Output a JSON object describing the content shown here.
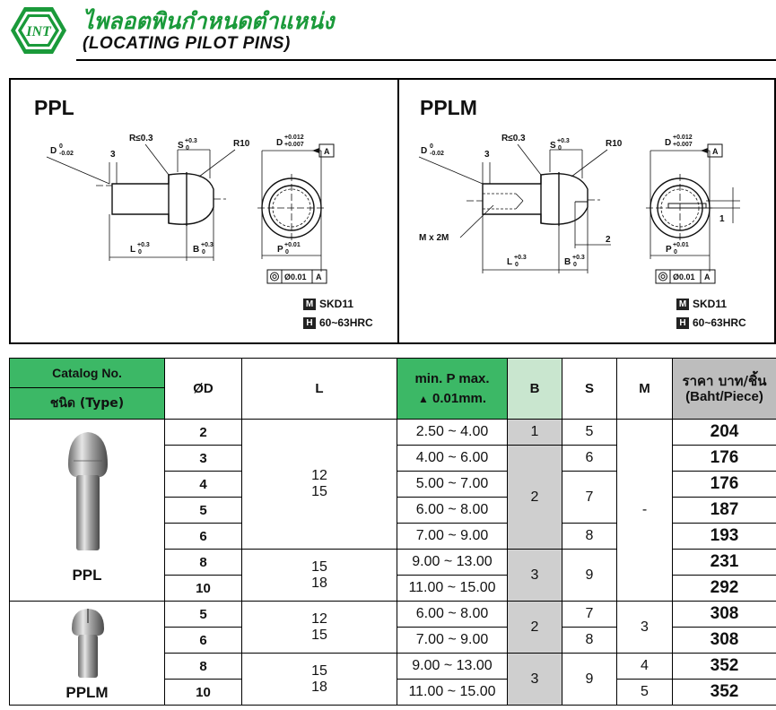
{
  "header": {
    "title_th": "ไพลอตพินกำหนดตำแหน่ง",
    "title_en": "(LOCATING PILOT PINS)",
    "logo_text": "INT"
  },
  "drawings": {
    "ppl": {
      "title": "PPL",
      "dim_d": "D",
      "dim_d_tol_up": "0",
      "dim_d_tol_low": "-0.02",
      "dim_3": "3",
      "dim_r": "R≤0.3",
      "dim_s": "S",
      "dim_s_tol_up": "+0.3",
      "dim_s_tol_low": "0",
      "dim_r10": "R10",
      "dim_l": "L",
      "dim_l_tol_up": "+0.3",
      "dim_l_tol_low": "0",
      "dim_b": "B",
      "dim_b_tol_up": "+0.3",
      "dim_b_tol_low": "0",
      "dim_dd": "D",
      "dim_dd_tol_up": "+0.012",
      "dim_dd_tol_low": "+0.007",
      "datum": "A",
      "dim_p": "P",
      "dim_p_tol_up": "+0.01",
      "dim_p_tol_low": "0",
      "tol_frame_value": "Ø0.01",
      "tol_frame_datum": "A",
      "mat_icon": "M",
      "mat": "SKD11",
      "hard_icon": "H",
      "hard": "60~63HRC"
    },
    "pplm": {
      "title": "PPLM",
      "dim_d": "D",
      "dim_d_tol_up": "0",
      "dim_d_tol_low": "-0.02",
      "dim_3": "3",
      "dim_r": "R≤0.3",
      "dim_s": "S",
      "dim_s_tol_up": "+0.3",
      "dim_s_tol_low": "0",
      "dim_r10": "R10",
      "dim_thread": "M x 2M",
      "dim_l": "L",
      "dim_l_tol_up": "+0.3",
      "dim_l_tol_low": "0",
      "dim_b": "B",
      "dim_b_tol_up": "+0.3",
      "dim_b_tol_low": "0",
      "dim_2": "2",
      "dim_dd": "D",
      "dim_dd_tol_up": "+0.012",
      "dim_dd_tol_low": "+0.007",
      "datum": "A",
      "dim_1": "1",
      "dim_p": "P",
      "dim_p_tol_up": "+0.01",
      "dim_p_tol_low": "0",
      "tol_frame_value": "Ø0.01",
      "tol_frame_datum": "A",
      "mat_icon": "M",
      "mat": "SKD11",
      "hard_icon": "H",
      "hard": "60~63HRC"
    }
  },
  "table": {
    "headers": {
      "catalog": "Catalog No.",
      "type": "ชนิด (Type)",
      "d": "ØD",
      "l": "L",
      "p_line1": "min. P max.",
      "p_line2": "0.01mm.",
      "b": "B",
      "s": "S",
      "m": "M",
      "price_line1": "ราคา บาท/ชิ้น",
      "price_line2": "(Baht/Piece)"
    },
    "types": {
      "ppl": "PPL",
      "pplm": "PPLM"
    },
    "ppl": {
      "l_small": "12\n15",
      "l_large": "15\n18",
      "b_first": "1",
      "b_mid": "2",
      "b_last": "3",
      "s_last": "9",
      "m": "-",
      "rows": [
        {
          "d": "2",
          "p": "2.50 ~ 4.00",
          "s": "5",
          "price": "204"
        },
        {
          "d": "3",
          "p": "4.00 ~ 6.00",
          "s": "6",
          "price": "176"
        },
        {
          "d": "4",
          "p": "5.00 ~ 7.00",
          "s": "7",
          "price": "176"
        },
        {
          "d": "5",
          "p": "6.00 ~ 8.00",
          "s": "",
          "price": "187"
        },
        {
          "d": "6",
          "p": "7.00 ~ 9.00",
          "s": "8",
          "price": "193"
        },
        {
          "d": "8",
          "p": "9.00 ~ 13.00",
          "s": "",
          "price": "231"
        },
        {
          "d": "10",
          "p": "11.00 ~ 15.00",
          "s": "",
          "price": "292"
        }
      ]
    },
    "pplm": {
      "l_small": "12\n15",
      "l_large": "15\n18",
      "b_small": "2",
      "b_large": "3",
      "s_large": "9",
      "m_small": "3",
      "rows": [
        {
          "d": "5",
          "p": "6.00 ~ 8.00",
          "s": "7",
          "m": "",
          "price": "308"
        },
        {
          "d": "6",
          "p": "7.00 ~ 9.00",
          "s": "8",
          "m": "",
          "price": "308"
        },
        {
          "d": "8",
          "p": "9.00 ~ 13.00",
          "s": "",
          "m": "4",
          "price": "352"
        },
        {
          "d": "10",
          "p": "11.00 ~ 15.00",
          "s": "",
          "m": "5",
          "price": "352"
        }
      ]
    }
  }
}
